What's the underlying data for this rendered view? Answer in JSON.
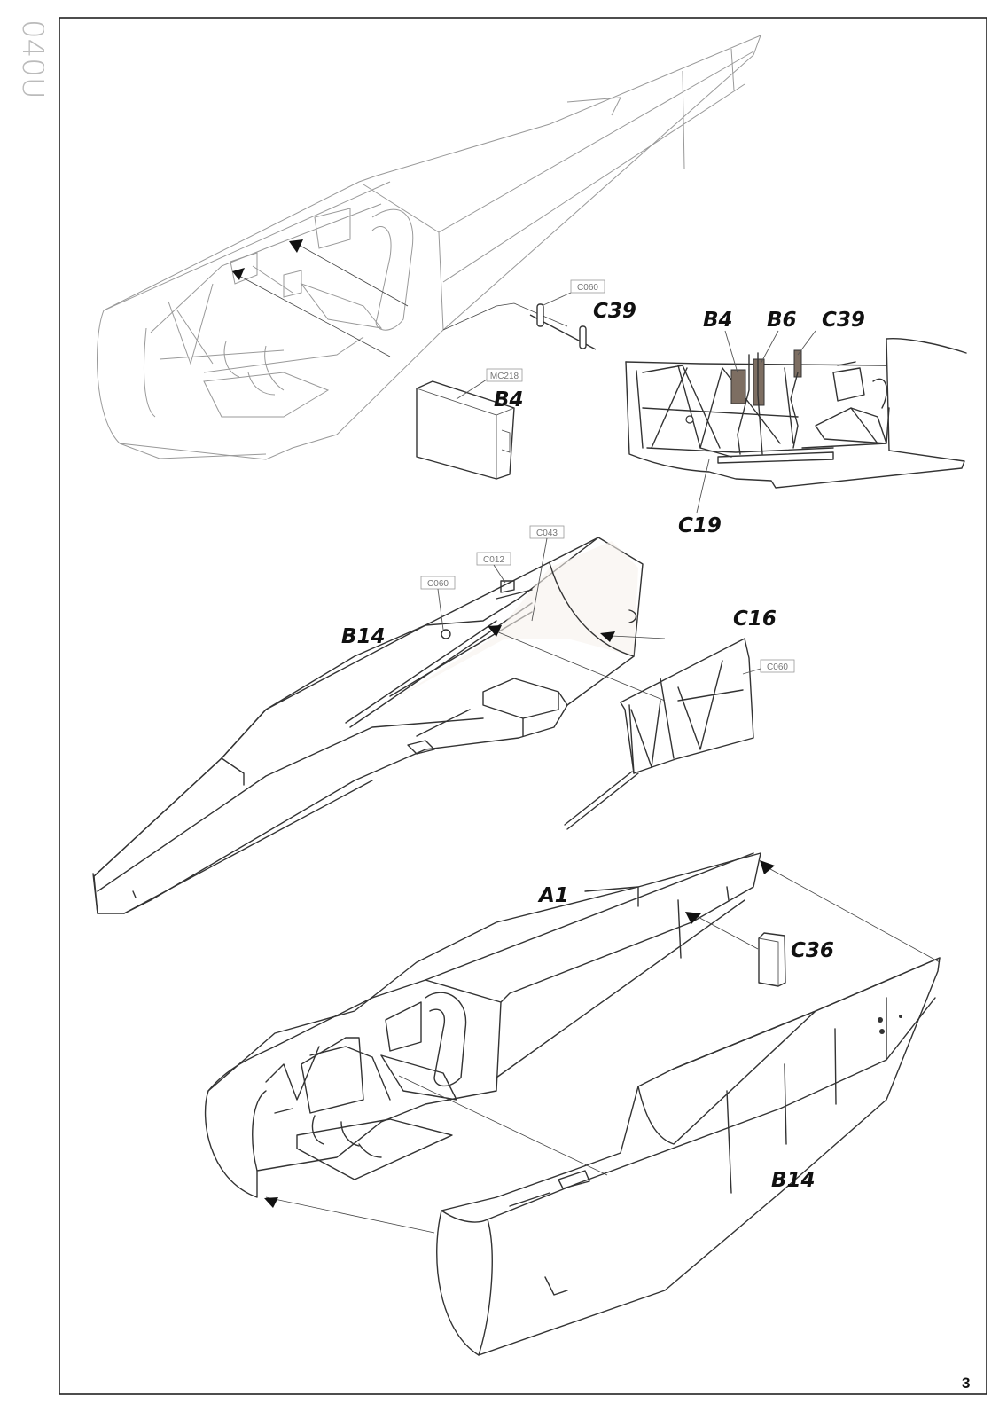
{
  "page": {
    "number": "3",
    "margin_note": "040U"
  },
  "step1": {
    "refs": [
      "C060",
      "MC218"
    ],
    "parts": [
      "C39",
      "B4"
    ]
  },
  "detail": {
    "parts": [
      "B4",
      "B6",
      "C39",
      "C19"
    ]
  },
  "step2": {
    "refs": [
      "C043",
      "C012",
      "C060",
      "C060"
    ],
    "parts": [
      "B14",
      "C16"
    ]
  },
  "step3": {
    "parts": [
      "A1",
      "C36",
      "B14"
    ]
  },
  "colors": {
    "ink": "#333333",
    "highlight": "#7d6e62",
    "frame": "#222222"
  }
}
